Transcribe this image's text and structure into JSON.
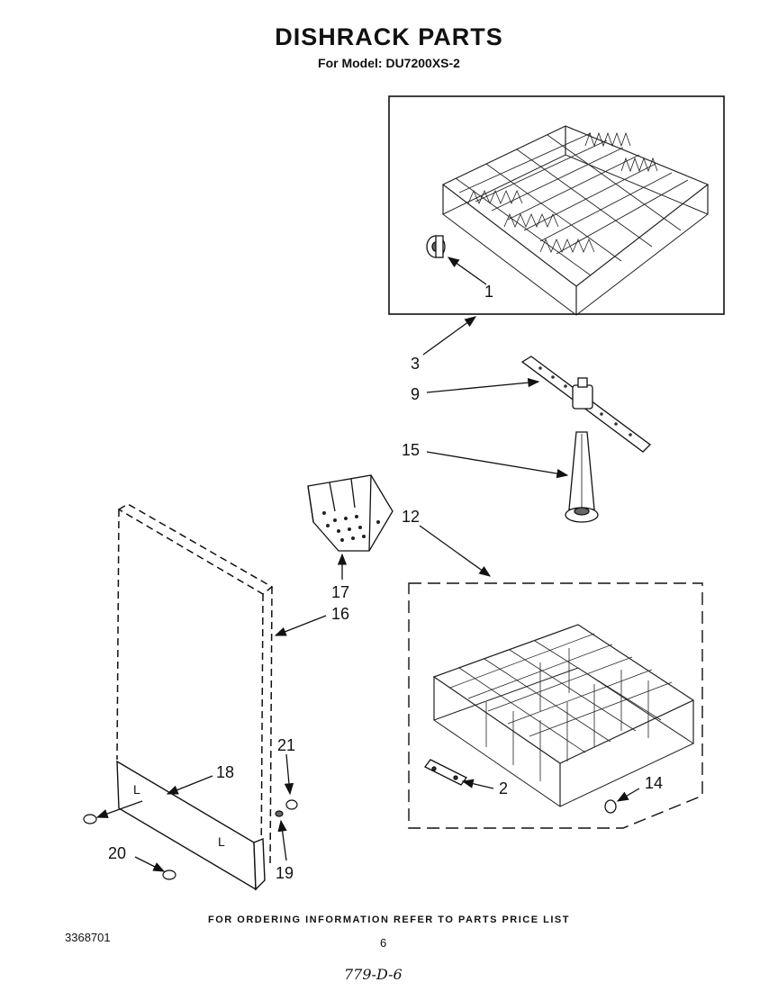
{
  "header": {
    "title": "DISHRACK PARTS",
    "model_line": "For Model: DU7200XS-2"
  },
  "callouts": [
    "1",
    "3",
    "9",
    "15",
    "12",
    "17",
    "16",
    "21",
    "18",
    "2",
    "14",
    "20",
    "19"
  ],
  "footer": {
    "ordering_note": "FOR ORDERING INFORMATION REFER TO PARTS PRICE LIST",
    "doc_number": "3368701",
    "page_number": "6",
    "handwritten_code": "779-D-6"
  }
}
